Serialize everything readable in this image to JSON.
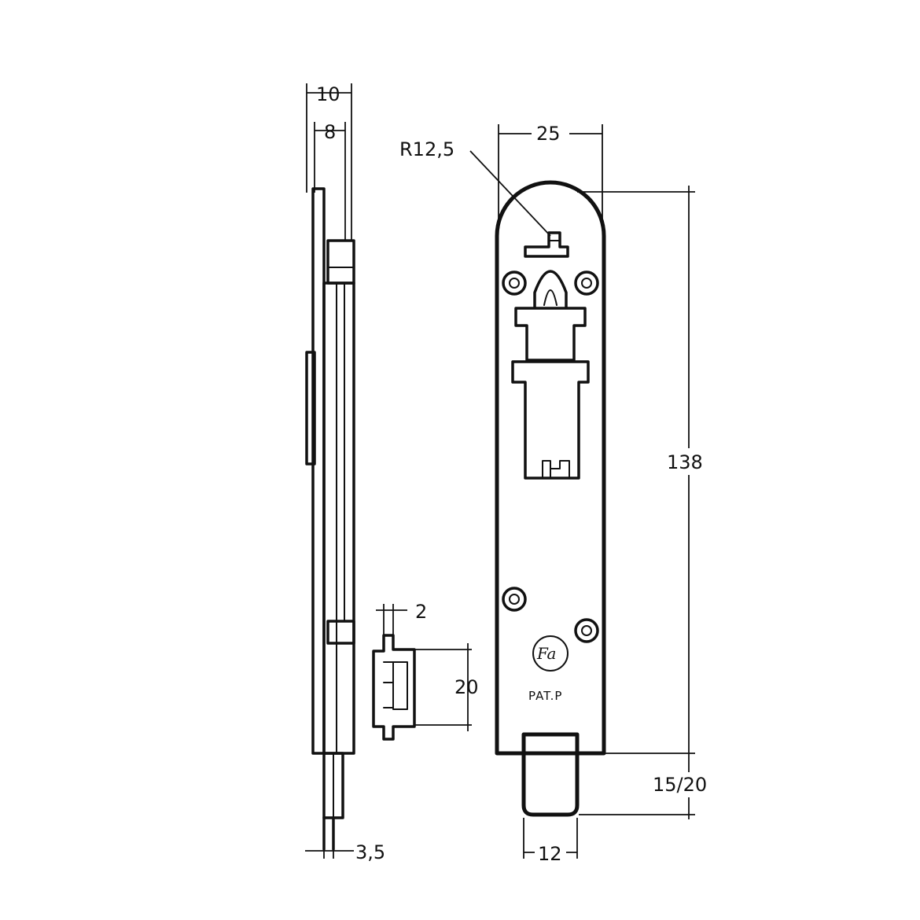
{
  "dimensions": {
    "side_total_width": "10",
    "side_plate_width": "8",
    "pin_diameter": "3,5",
    "radius": "R12,5",
    "front_width": "25",
    "height": "138",
    "throw": "15/20",
    "bolt_width": "12",
    "keeper_thickness": "2",
    "keeper_height": "20"
  },
  "markings": {
    "logo_text": "Fa",
    "patent": "PAT.P"
  },
  "colors": {
    "ink": "#111111",
    "paper": "#ffffff"
  }
}
